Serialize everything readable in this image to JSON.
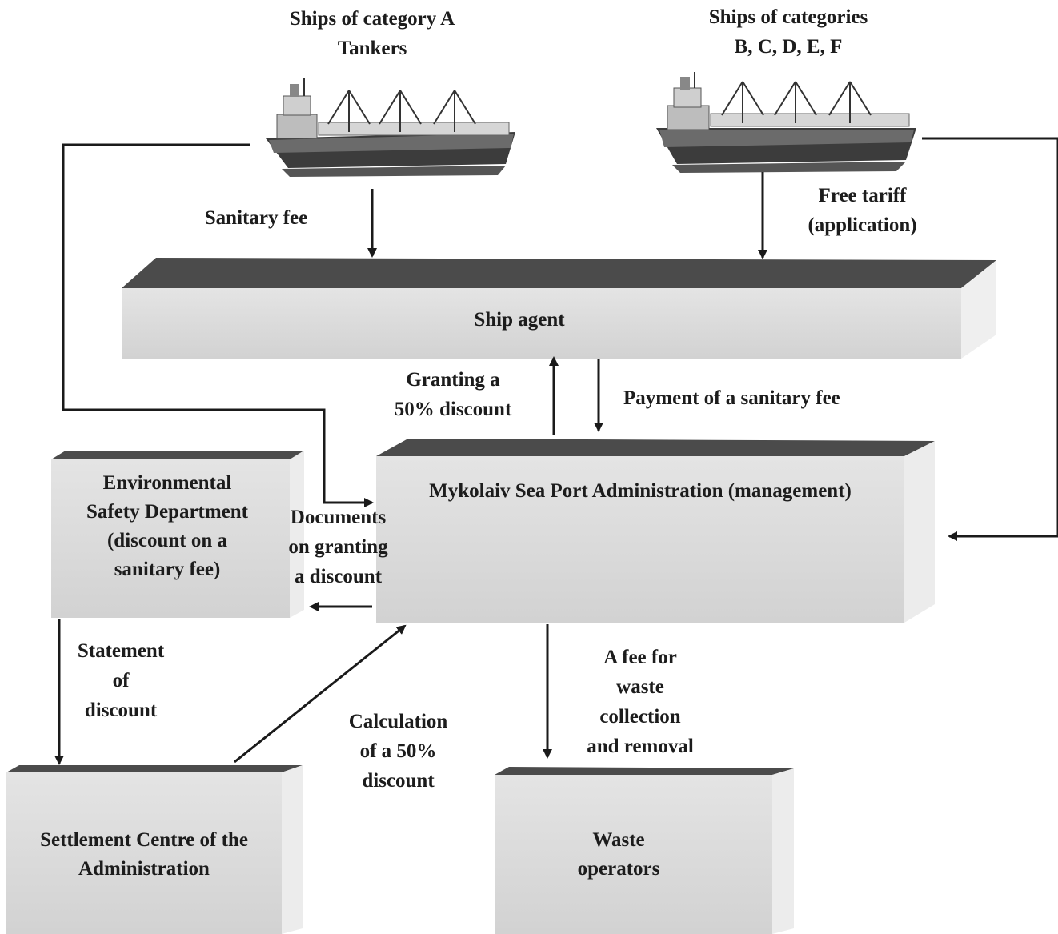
{
  "ships": {
    "category_a": {
      "title": "Ships of category A\nTankers",
      "icon": "cargo-ship-icon"
    },
    "categories_bf": {
      "title": "Ships of categories\nB, C, D, E, F",
      "icon": "cargo-ship-icon"
    }
  },
  "boxes": {
    "ship_agent": "Ship agent",
    "port_admin": "Mykolaiv Sea Port Administration (management)",
    "env_safety": "Environmental\nSafety Department\n(discount on a\nsanitary fee)",
    "settlement": "Settlement Centre of the\nAdministration",
    "waste_ops": "Waste\noperators"
  },
  "flows": {
    "sanitary_fee": "Sanitary fee",
    "free_tariff": "Free tariff\n(application)",
    "granting_discount": "Granting a\n50% discount",
    "payment_fee": "Payment of a sanitary fee",
    "documents": "Documents\non granting\na discount",
    "statement": "Statement\nof\ndiscount",
    "calculation": "Calculation\nof a 50%\ndiscount",
    "waste_fee": "A fee for\nwaste\ncollection\nand removal"
  },
  "colors": {
    "box_face": "#d9d9d9",
    "box_top": "#4a4a4a",
    "box_side": "#eeeeee",
    "arrow": "#1a1a1a"
  }
}
